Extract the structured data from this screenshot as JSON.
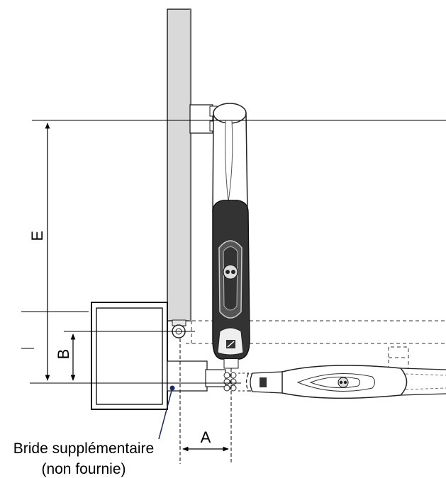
{
  "dimensions": {
    "a": "A",
    "b": "B",
    "e": "E"
  },
  "callout": {
    "line1": "Bride supplémentaire",
    "line2": "(non fournie)"
  },
  "colors": {
    "callout_line": "#1f2a6b",
    "housing": "#3a3a3a",
    "panel": "#dadada"
  },
  "icons": {
    "motor_logo": "motor-logo-icon",
    "release_lock": "release-lock-icon"
  }
}
